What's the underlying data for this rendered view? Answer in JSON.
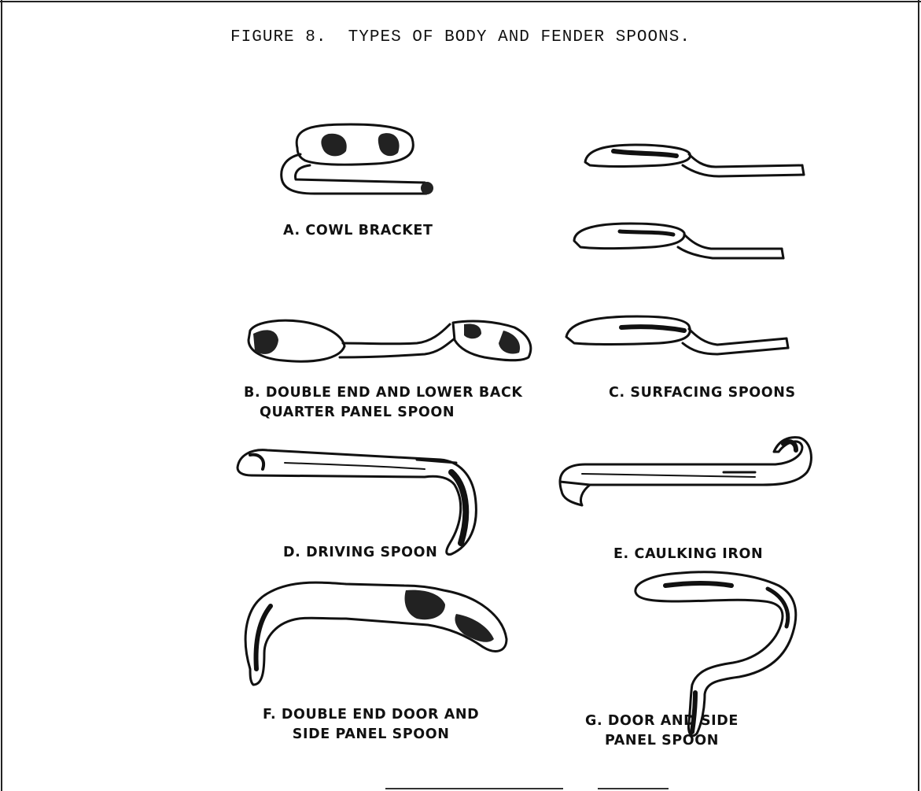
{
  "document": {
    "title": "FIGURE 8.  TYPES OF BODY AND FENDER SPOONS."
  },
  "captions": {
    "a": "A. COWL  BRACKET",
    "b_line1": "B. DOUBLE END AND LOWER BACK",
    "b_line2": "QUARTER PANEL SPOON",
    "c": "C. SURFACING SPOONS",
    "d": "D. DRIVING  SPOON",
    "e": "E. CAULKING  IRON",
    "f_line1": "F. DOUBLE  END  DOOR  AND",
    "f_line2": "SIDE  PANEL  SPOON",
    "g_line1": "G. DOOR AND SIDE",
    "g_line2": "PANEL  SPOON"
  }
}
